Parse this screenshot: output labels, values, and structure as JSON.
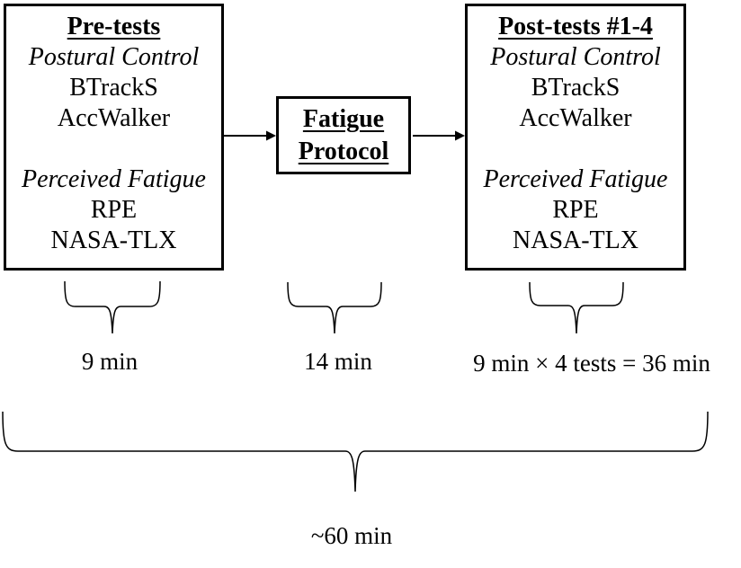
{
  "pre_box": {
    "title": "Pre-tests",
    "items": [
      "Postural Control",
      "BTrackS",
      "AccWalker",
      "Perceived Fatigue",
      "RPE",
      "NASA-TLX"
    ]
  },
  "fatigue_box": {
    "line1": "Fatigue",
    "line2": "Protocol"
  },
  "post_box": {
    "title": "Post-tests #1-4",
    "items": [
      "Postural Control",
      "BTrackS",
      "AccWalker",
      "Perceived Fatigue",
      "RPE",
      "NASA-TLX"
    ]
  },
  "durations": {
    "pre": "9 min",
    "fatigue": "14 min",
    "post": "9 min × 4 tests = 36 min",
    "total": "~60 min"
  },
  "colors": {
    "ink": "#000000",
    "background": "#ffffff"
  }
}
